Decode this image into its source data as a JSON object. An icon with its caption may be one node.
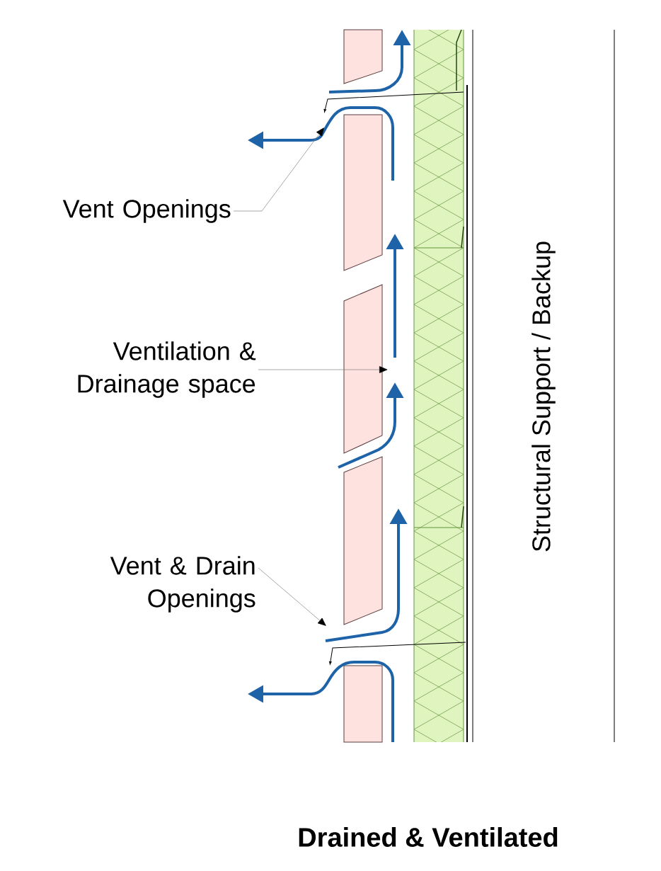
{
  "diagram": {
    "caption": "Drained & Ventilated",
    "nodes": [
      {
        "text": [
          "Vent Openings"
        ]
      },
      {
        "text": [
          "Ventilation & Drainage space"
        ]
      },
      {
        "text": [
          "Vent & Drain Openings"
        ]
      }
    ],
    "edges": [
      {
        "from": 0,
        "to": null,
        "arrow": "to"
      },
      {
        "from": 1,
        "to": null,
        "arrow": "to"
      },
      {
        "from": 2,
        "to": null,
        "arrow": "to"
      }
    ],
    "labels": [
      "Structural Support / Backup"
    ]
  }
}
